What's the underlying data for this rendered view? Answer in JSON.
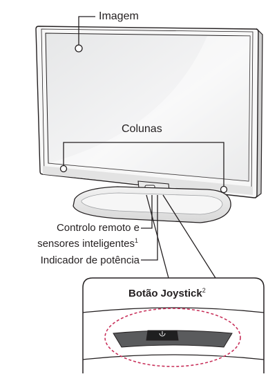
{
  "labels": {
    "screen": "Imagem",
    "speakers": "Colunas",
    "remote_sensors_line1": "Controlo remoto e",
    "remote_sensors_line2": "sensores inteligentes",
    "remote_sensors_note": "1",
    "power_indicator": "Indicador de potência",
    "joystick_button": "Botão Joystick",
    "joystick_note": "2"
  }
}
